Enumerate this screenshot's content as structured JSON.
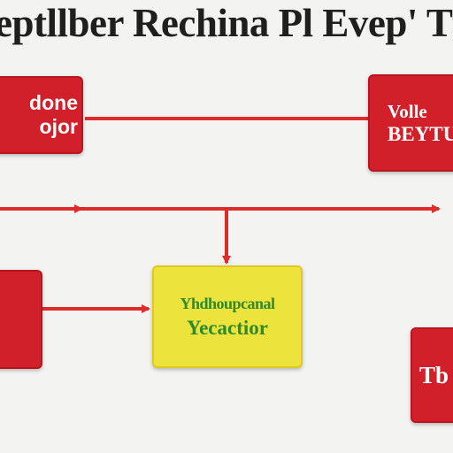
{
  "title": "eptllber Rechina Pl Evep' Tf",
  "colors": {
    "red": "#d1202a",
    "yellow": "#ece43c",
    "green_text": "#2e8a2a",
    "arrow": "#e02b2b"
  },
  "boxes": {
    "top_left": {
      "line1": "done",
      "line2": "ojor"
    },
    "top_right": {
      "line1": "Volle",
      "line2": "BEYTU"
    },
    "mid_left": {
      "line1": ""
    },
    "center": {
      "line1": "Yhdhoupcanal",
      "line2": "Yecactior"
    },
    "bottom_right": {
      "line1": "Tb"
    }
  }
}
